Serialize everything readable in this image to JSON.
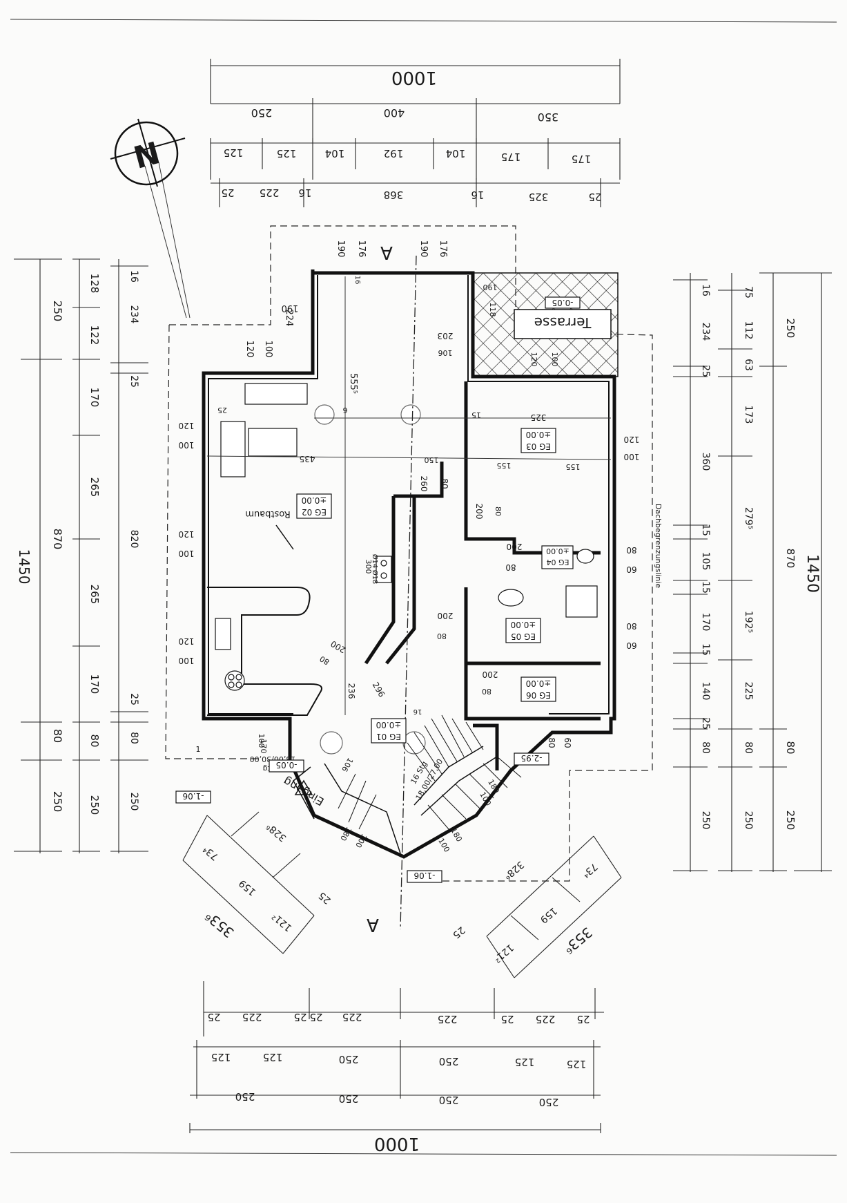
{
  "dims": {
    "top_total": "1000",
    "top_row2": [
      "250",
      "400",
      "350"
    ],
    "top_row3": [
      "125",
      "125",
      "104",
      "192",
      "104",
      "175",
      "175"
    ],
    "top_row4": [
      "25",
      "225",
      "16",
      "368",
      "16",
      "325",
      "25"
    ],
    "bottom_total": "1000",
    "bottom_row2": [
      "250",
      "250",
      "250",
      "250"
    ],
    "bottom_row3": [
      "125",
      "125",
      "250",
      "250",
      "125",
      "125"
    ],
    "bottom_row4": [
      "25",
      "225",
      "25",
      "25",
      "225",
      "225",
      "25",
      "225",
      "25"
    ],
    "left_col1": [
      "250",
      "870",
      "80",
      "250"
    ],
    "left_col1_total": "1450",
    "left_col2": [
      "128",
      "122",
      "170",
      "265",
      "265",
      "170",
      "80",
      "250"
    ],
    "left_col3": [
      "16",
      "234",
      "25",
      "820",
      "25",
      "80",
      "250"
    ],
    "right_col1": [
      "1450"
    ],
    "right_col2": [
      "250",
      "870",
      "80",
      "250"
    ],
    "right_col3": [
      "75",
      "112",
      "63",
      "173",
      "279⁵",
      "192⁵",
      "225",
      "80",
      "250"
    ],
    "right_col4": [
      "16",
      "234",
      "25",
      "360",
      "15",
      "105",
      "15",
      "170",
      "15",
      "140",
      "25",
      "80",
      "250"
    ],
    "diag_left": [
      "353⁶",
      "121²",
      "159",
      "73⁴",
      "328⁶",
      "25"
    ],
    "diag_right": [
      "353⁶",
      "121²",
      "159",
      "73⁴",
      "328⁶",
      "25"
    ]
  },
  "interior": {
    "n190": "190",
    "n176": "176",
    "n190b": "190",
    "n176b": "176",
    "n16": "16",
    "n224": "224",
    "n190c": "190",
    "n120": "120",
    "n100": "100",
    "n555": "555⁵",
    "n25": "25",
    "n6": "6",
    "n15": "15",
    "n325": "325",
    "n435": "435",
    "n150": "150",
    "n155a": "155",
    "n155b": "155",
    "n260": "260",
    "n80a": "80",
    "n200a": "200",
    "n80b": "80",
    "n120b": "120",
    "n100b": "100",
    "n120c": "120",
    "n100c": "100",
    "n120d": "120",
    "n100d": "100",
    "n120e": "120",
    "n100e": "100",
    "n300": "300",
    "n14": "Ø14",
    "n18": "Ø18",
    "n203": "203",
    "n106": "106",
    "n118": "118",
    "n190t": "190",
    "n120t": "120",
    "n100t": "100",
    "n200b": "200",
    "n80c": "80",
    "n80d": "80",
    "n60a": "60",
    "n200c": "200",
    "n80e": "80",
    "n80f": "80",
    "n60b": "60",
    "n200d": "200",
    "n80g": "80",
    "n236": "236",
    "n296": "296",
    "n200e": "200",
    "n80h": "80",
    "n100f": "100",
    "n106b": "106",
    "n180a": "180",
    "n100g": "100",
    "n180b": "180",
    "n100h": "100",
    "n180c": "180",
    "n100i": "100",
    "n16b": "16",
    "n80j": "80",
    "n60c": "60",
    "stair_a": "6 Stg",
    "stair_b": "18,00/30,00",
    "stair_c": "16 Stg",
    "stair_d": "18,00/27,00",
    "n170": "170",
    "n1": "1"
  },
  "rooms": {
    "eg01": {
      "code": "EG 01",
      "level": "±0.00"
    },
    "eg02": {
      "code": "EG 02",
      "level": "±0.00"
    },
    "eg03": {
      "code": "EG 03",
      "level": "±0.00"
    },
    "eg04": {
      "code": "EG 04",
      "level": "±0.00"
    },
    "eg05": {
      "code": "EG 05",
      "level": "±0.00"
    },
    "eg06": {
      "code": "EG 06",
      "level": "±0.00"
    }
  },
  "labels": {
    "terrasse": "Terrasse",
    "terrasse_level": "-0.05",
    "eingang": "Eingang",
    "eingang_level": "-0.05",
    "level_106a": "-1.06",
    "level_106b": "-1.06",
    "level_295": "-2.95",
    "rostbaum": "Rostbaum",
    "dachbegrenzung": "Dachbegrenzungslinie",
    "section_top": "A",
    "section_bottom": "A",
    "north": "N"
  }
}
